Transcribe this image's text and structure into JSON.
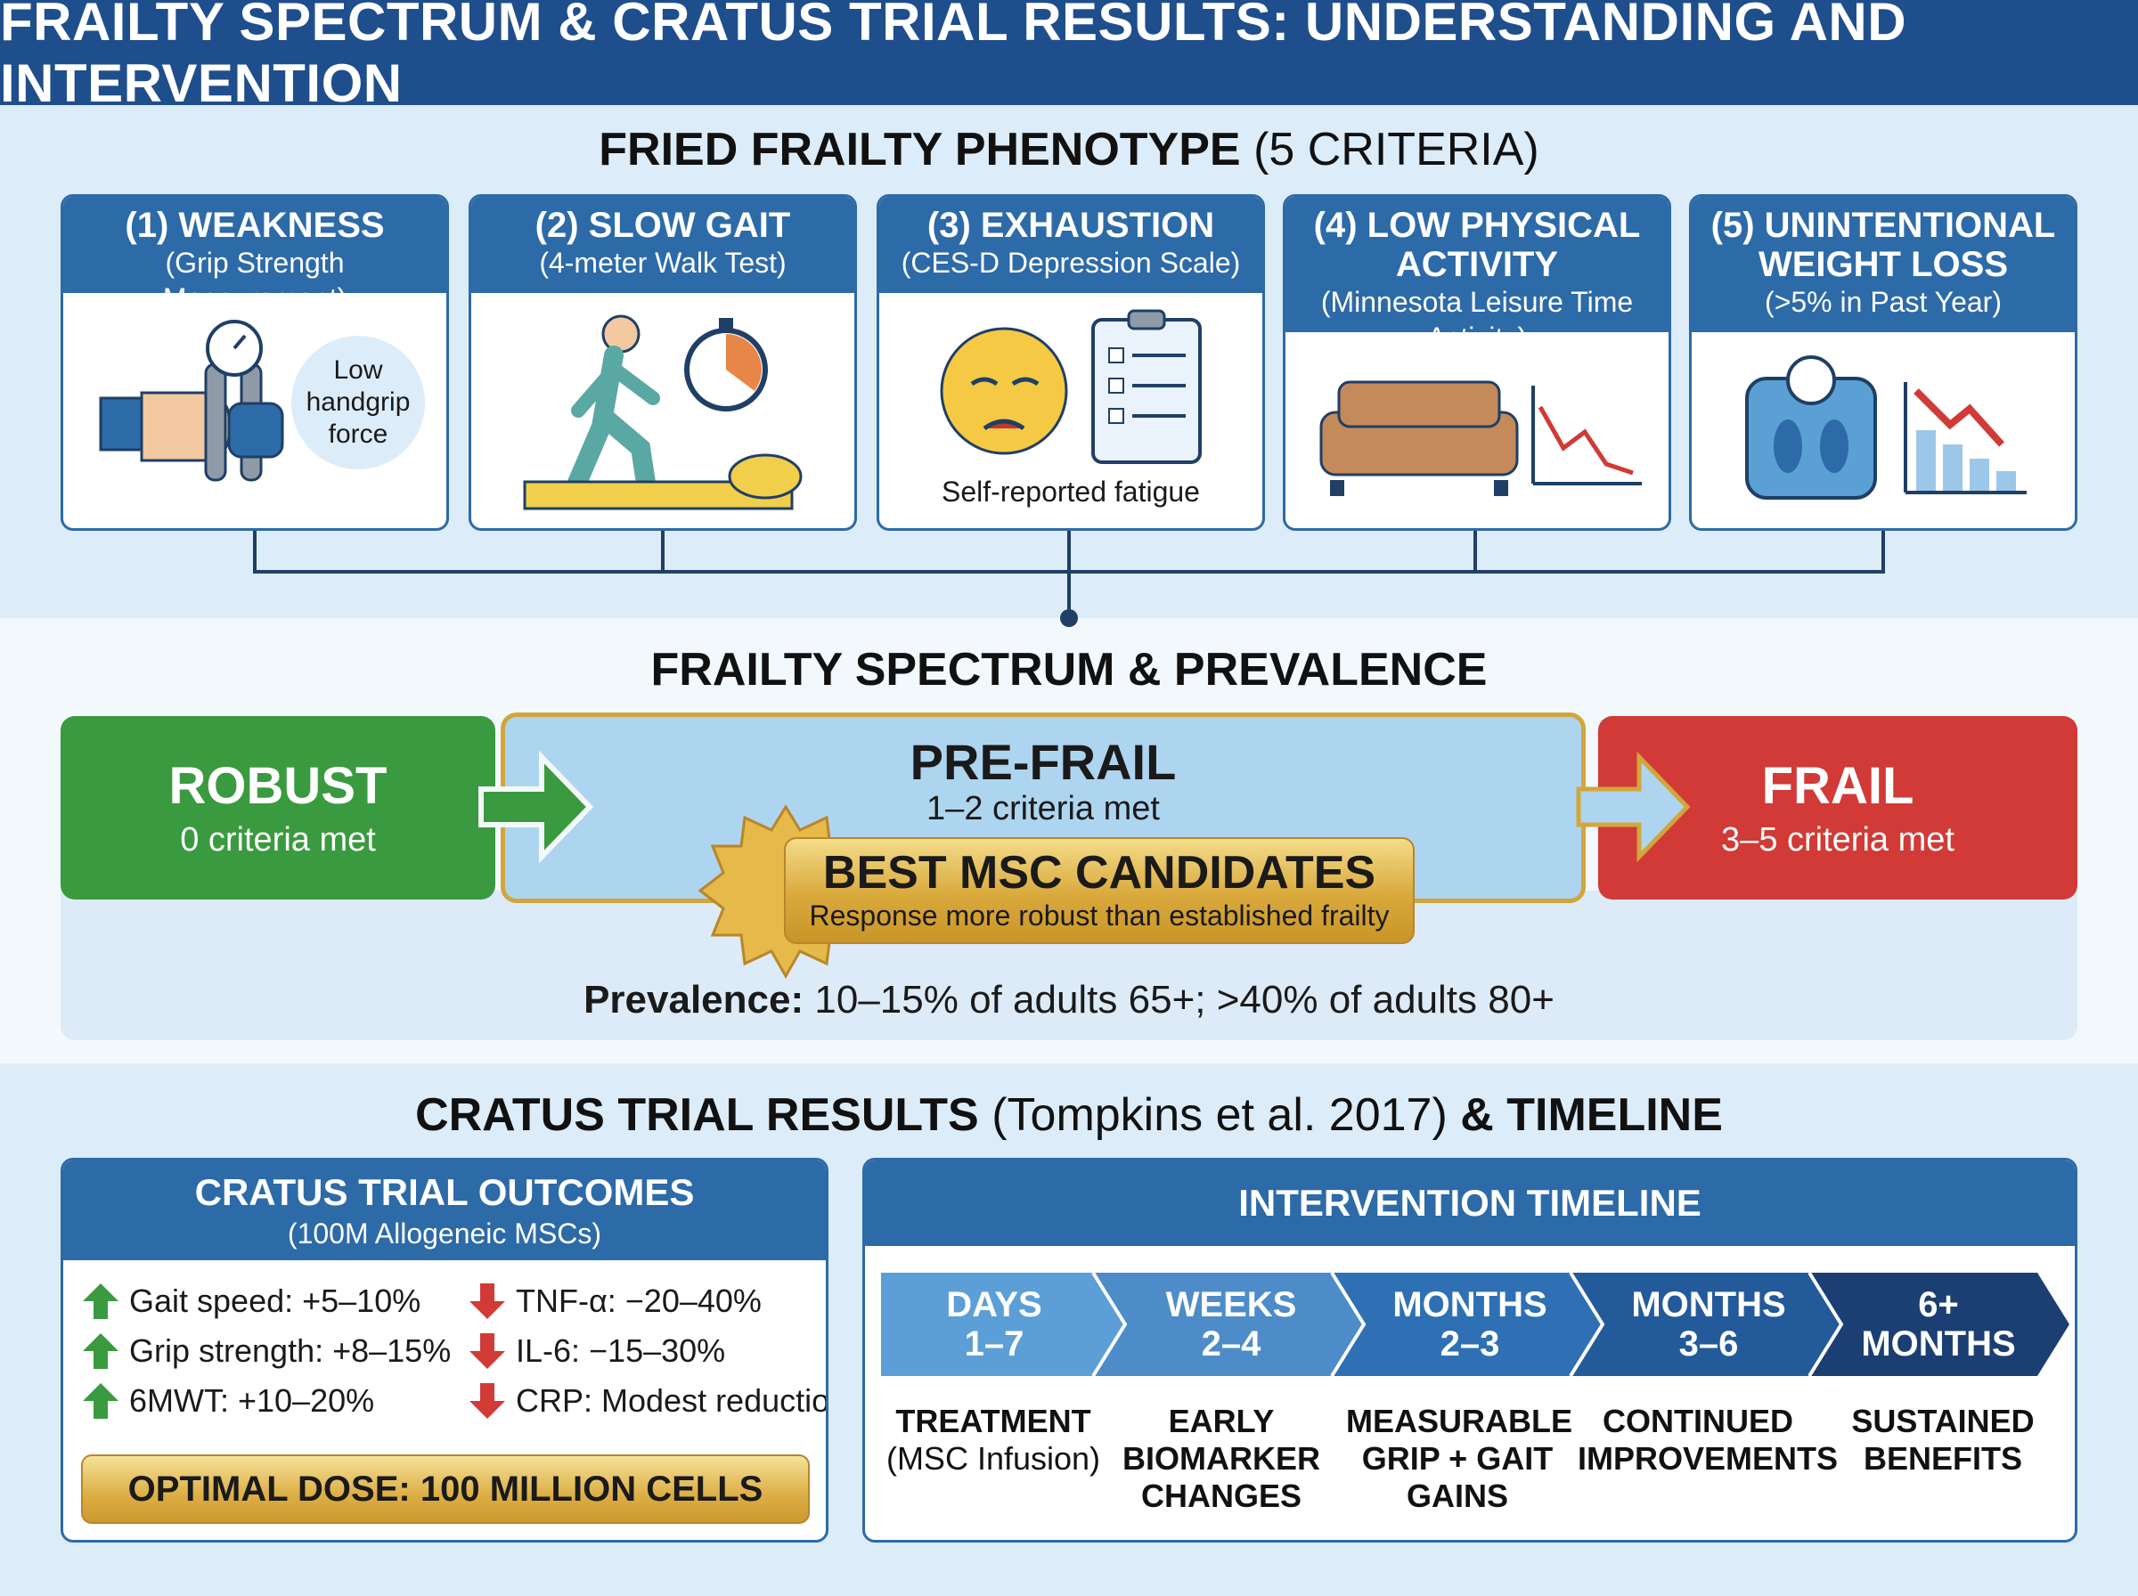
{
  "header": {
    "title": "FRAILTY SPECTRUM & CRATUS TRIAL RESULTS: UNDERSTANDING AND INTERVENTION"
  },
  "phenotype": {
    "title_bold": "FRIED FRAILTY PHENOTYPE",
    "title_rest": "(5 CRITERIA)",
    "criteria": [
      {
        "title": "(1) WEAKNESS",
        "sub": "(Grip Strength Measurement)",
        "note": "Low handgrip force",
        "icon": "hand-dynamometer-icon"
      },
      {
        "title": "(2) SLOW GAIT",
        "sub": "(4-meter Walk Test)",
        "icon": "walking-person-stopwatch-icon"
      },
      {
        "title": "(3) EXHAUSTION",
        "sub": "(CES-D Depression Scale)",
        "note": "Self-reported fatigue",
        "icon": "tired-face-clipboard-icon"
      },
      {
        "title": "(4) LOW PHYSICAL ACTIVITY",
        "sub": "(Minnesota Leisure Time Activity)",
        "icon": "couch-declining-chart-icon"
      },
      {
        "title": "(5) UNINTENTIONAL WEIGHT LOSS",
        "sub": "(>5% in Past Year)",
        "icon": "scale-declining-bars-icon"
      }
    ]
  },
  "spectrum": {
    "title": "FRAILTY SPECTRUM & PREVALENCE",
    "robust": {
      "name": "ROBUST",
      "criteria": "0 criteria met",
      "color": "#3a9a3f"
    },
    "prefrail": {
      "name": "PRE-FRAIL",
      "criteria": "1–2 criteria met",
      "color": "#aed5ef"
    },
    "frail": {
      "name": "FRAIL",
      "criteria": "3–5 criteria met",
      "color": "#d13a36"
    },
    "candidates": {
      "title": "BEST MSC CANDIDATES",
      "note": "Response more robust than established frailty"
    },
    "prevalence_label": "Prevalence:",
    "prevalence_text": "10–15% of adults 65+; >40% of adults 80+"
  },
  "cratus": {
    "title_bold": "CRATUS TRIAL RESULTS",
    "title_citation": "(Tompkins et al. 2017)",
    "title_tail": "& TIMELINE",
    "outcomes": {
      "title": "CRATUS TRIAL OUTCOMES",
      "sub": "(100M Allogeneic MSCs)",
      "increases": [
        "Gait speed: +5–10%",
        "Grip strength: +8–15%",
        "6MWT: +10–20%"
      ],
      "decreases": [
        "TNF-α: −20–40%",
        "IL-6: −15–30%",
        "CRP: Modest reduction"
      ],
      "dose": "OPTIMAL DOSE: 100 MILLION CELLS"
    },
    "timeline": {
      "title": "INTERVENTION TIMELINE",
      "stages": [
        {
          "period_1": "DAYS",
          "period_2": "1–7",
          "desc_bold": "TREATMENT",
          "desc_rest": "(MSC Infusion)",
          "color": "#5b9fd6"
        },
        {
          "period_1": "WEEKS",
          "period_2": "2–4",
          "desc_bold": "EARLY BIOMARKER CHANGES",
          "desc_rest": "",
          "color": "#4d8cc8"
        },
        {
          "period_1": "MONTHS",
          "period_2": "2–3",
          "desc_bold": "MEASURABLE GRIP + GAIT GAINS",
          "desc_rest": "",
          "color": "#2f70b4"
        },
        {
          "period_1": "MONTHS",
          "period_2": "3–6",
          "desc_bold": "CONTINUED IMPROVEMENTS",
          "desc_rest": "",
          "color": "#235a9a"
        },
        {
          "period_1": "6+",
          "period_2": "MONTHS",
          "desc_bold": "SUSTAINED BENEFITS",
          "desc_rest": "",
          "color": "#1b3f73"
        }
      ]
    }
  }
}
